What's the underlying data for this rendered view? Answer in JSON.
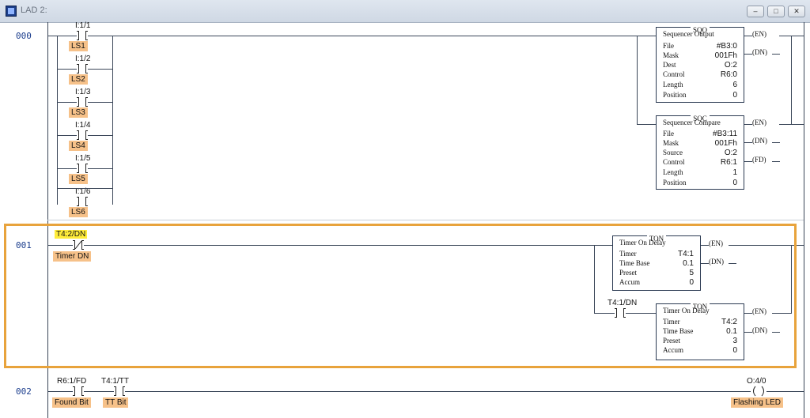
{
  "window": {
    "title": "LAD 2:",
    "buttons": [
      "–",
      "□",
      "✕"
    ]
  },
  "rungs": [
    {
      "number": "000",
      "contacts": [
        {
          "address": "I:1/1",
          "tag": "LS1"
        },
        {
          "address": "I:1/2",
          "tag": "LS2"
        },
        {
          "address": "I:1/3",
          "tag": "LS3"
        },
        {
          "address": "I:1/4",
          "tag": "LS4"
        },
        {
          "address": "I:1/5",
          "tag": "LS5"
        },
        {
          "address": "I:1/6",
          "tag": "LS6"
        }
      ],
      "sqo": {
        "type": "SQO",
        "name": "Sequencer Output",
        "rows": [
          [
            "File",
            "#B3:0"
          ],
          [
            "Mask",
            "001Fh"
          ],
          [
            "Dest",
            "O:2"
          ],
          [
            "Control",
            "R6:0"
          ],
          [
            "Length",
            "6"
          ],
          [
            "Position",
            "0"
          ]
        ],
        "coils": [
          "EN",
          "DN"
        ]
      },
      "sqc": {
        "type": "SQC",
        "name": "Sequencer Compare",
        "rows": [
          [
            "File",
            "#B3:11"
          ],
          [
            "Mask",
            "001Fh"
          ],
          [
            "Source",
            "O:2"
          ],
          [
            "Control",
            "R6:1"
          ],
          [
            "Length",
            "1"
          ],
          [
            "Position",
            "0"
          ]
        ],
        "coils": [
          "EN",
          "DN",
          "FD"
        ]
      }
    },
    {
      "number": "001",
      "contact": {
        "address": "T4:2/DN",
        "tag": "Timer DN"
      },
      "ton1": {
        "type": "TON",
        "name": "Timer On Delay",
        "rows": [
          [
            "Timer",
            "T4:1"
          ],
          [
            "Time Base",
            "0.1"
          ],
          [
            "Preset",
            "5"
          ],
          [
            "Accum",
            "0"
          ]
        ],
        "coils": [
          "EN",
          "DN"
        ]
      },
      "branch_contact": {
        "address": "T4:1/DN"
      },
      "ton2": {
        "type": "TON",
        "name": "Timer On Delay",
        "rows": [
          [
            "Timer",
            "T4:2"
          ],
          [
            "Time Base",
            "0.1"
          ],
          [
            "Preset",
            "3"
          ],
          [
            "Accum",
            "0"
          ]
        ],
        "coils": [
          "EN",
          "DN"
        ]
      }
    },
    {
      "number": "002",
      "contacts": [
        {
          "address": "R6:1/FD",
          "tag": "Found Bit"
        },
        {
          "address": "T4:1/TT",
          "tag": "TT Bit"
        }
      ],
      "output": {
        "address": "O:4/0",
        "tag": "Flashing LED"
      }
    }
  ]
}
